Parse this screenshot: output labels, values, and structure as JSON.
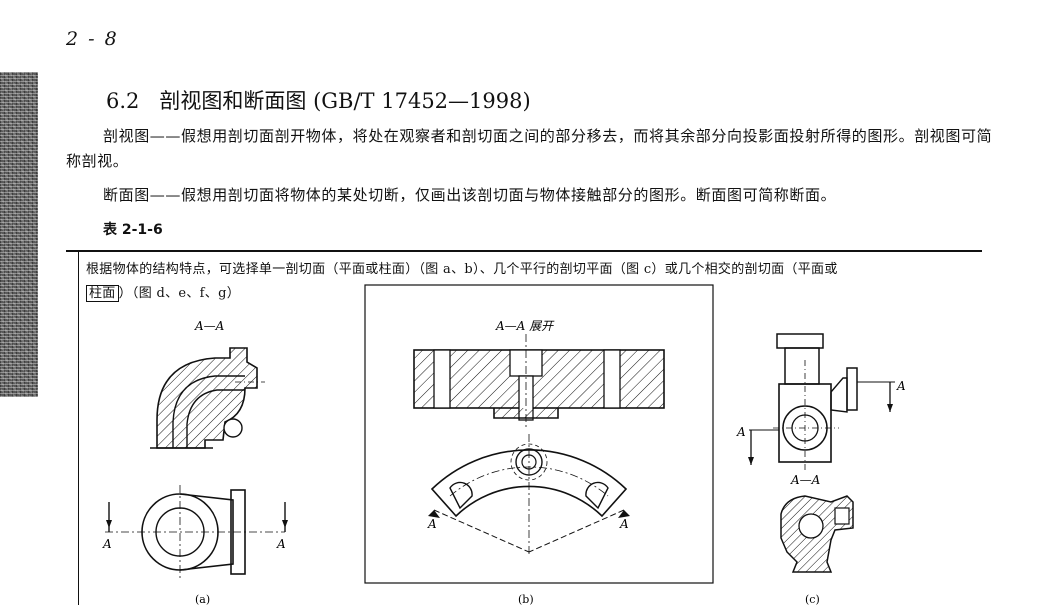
{
  "page_number": "2 - 8",
  "section": {
    "number": "6.2",
    "title": "剖视图和断面图 (GB/T 17452—1998)"
  },
  "paragraphs": {
    "p1": "剖视图——假想用剖切面剖开物体，将处在观察者和剖切面之间的部分移去，而将其余部分向投影面投射所得的图形。剖视图可简称剖视。",
    "p2": "断面图——假想用剖切面将物体的某处切断，仅画出该剖切面与物体接触部分的图形。断面图可简称断面。"
  },
  "table": {
    "label": "表 2-1-6",
    "cell_text_before": "根据物体的结构特点，可选择单一剖切面（平面或柱面）（图 a、b）、几个平行的剖切平面（图 c）或几个相交的剖切面（平面或",
    "cell_text_boxed": "柱面",
    "cell_text_after": "）（图 d、e、f、g）"
  },
  "figures": {
    "a": {
      "section_label": "A—A",
      "cut_label_left": "A",
      "cut_label_right": "A",
      "caption": "(a)"
    },
    "b": {
      "section_label": "A—A 展开",
      "cut_label_left": "A",
      "cut_label_right": "A",
      "caption": "(b)"
    },
    "c": {
      "section_label": "A—A",
      "cut_label_left": "A",
      "cut_label_right": "A",
      "caption": "(c)"
    }
  }
}
